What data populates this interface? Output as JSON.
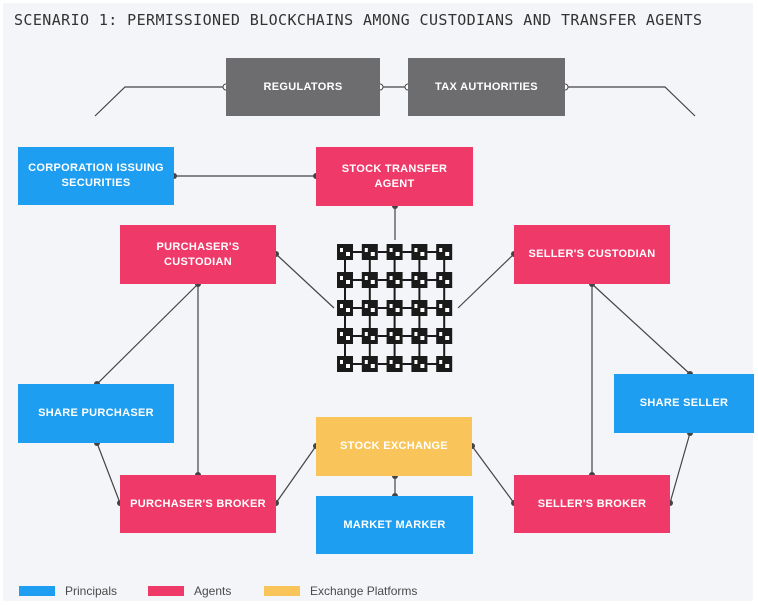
{
  "title": "SCENARIO 1: PERMISSIONED BLOCKCHAINS AMONG CUSTODIANS AND TRANSFER AGENTS",
  "nodes": {
    "regulators": "REGULATORS",
    "tax_authorities": "TAX AUTHORITIES",
    "corporation": "CORPORATION ISSUING SECURITIES",
    "stock_transfer_agent": "STOCK TRANSFER AGENT",
    "purchasers_custodian": "PURCHASER'S CUSTODIAN",
    "sellers_custodian": "SELLER'S CUSTODIAN",
    "share_purchaser": "SHARE PURCHASER",
    "share_seller": "SHARE SELLER",
    "stock_exchange": "STOCK EXCHANGE",
    "purchasers_broker": "PURCHASER'S BROKER",
    "sellers_broker": "SELLER'S BROKER",
    "market_maker": "MARKET MARKER"
  },
  "legend": {
    "principals": "Principals",
    "agents": "Agents",
    "exchange_platforms": "Exchange Platforms"
  },
  "colors": {
    "principals": "#1d9ef0",
    "agents": "#ef3a69",
    "exchange_platforms": "#f9c55b",
    "authorities": "#6d6d70"
  },
  "icons": {
    "ledger": "blockchain-grid-icon"
  }
}
